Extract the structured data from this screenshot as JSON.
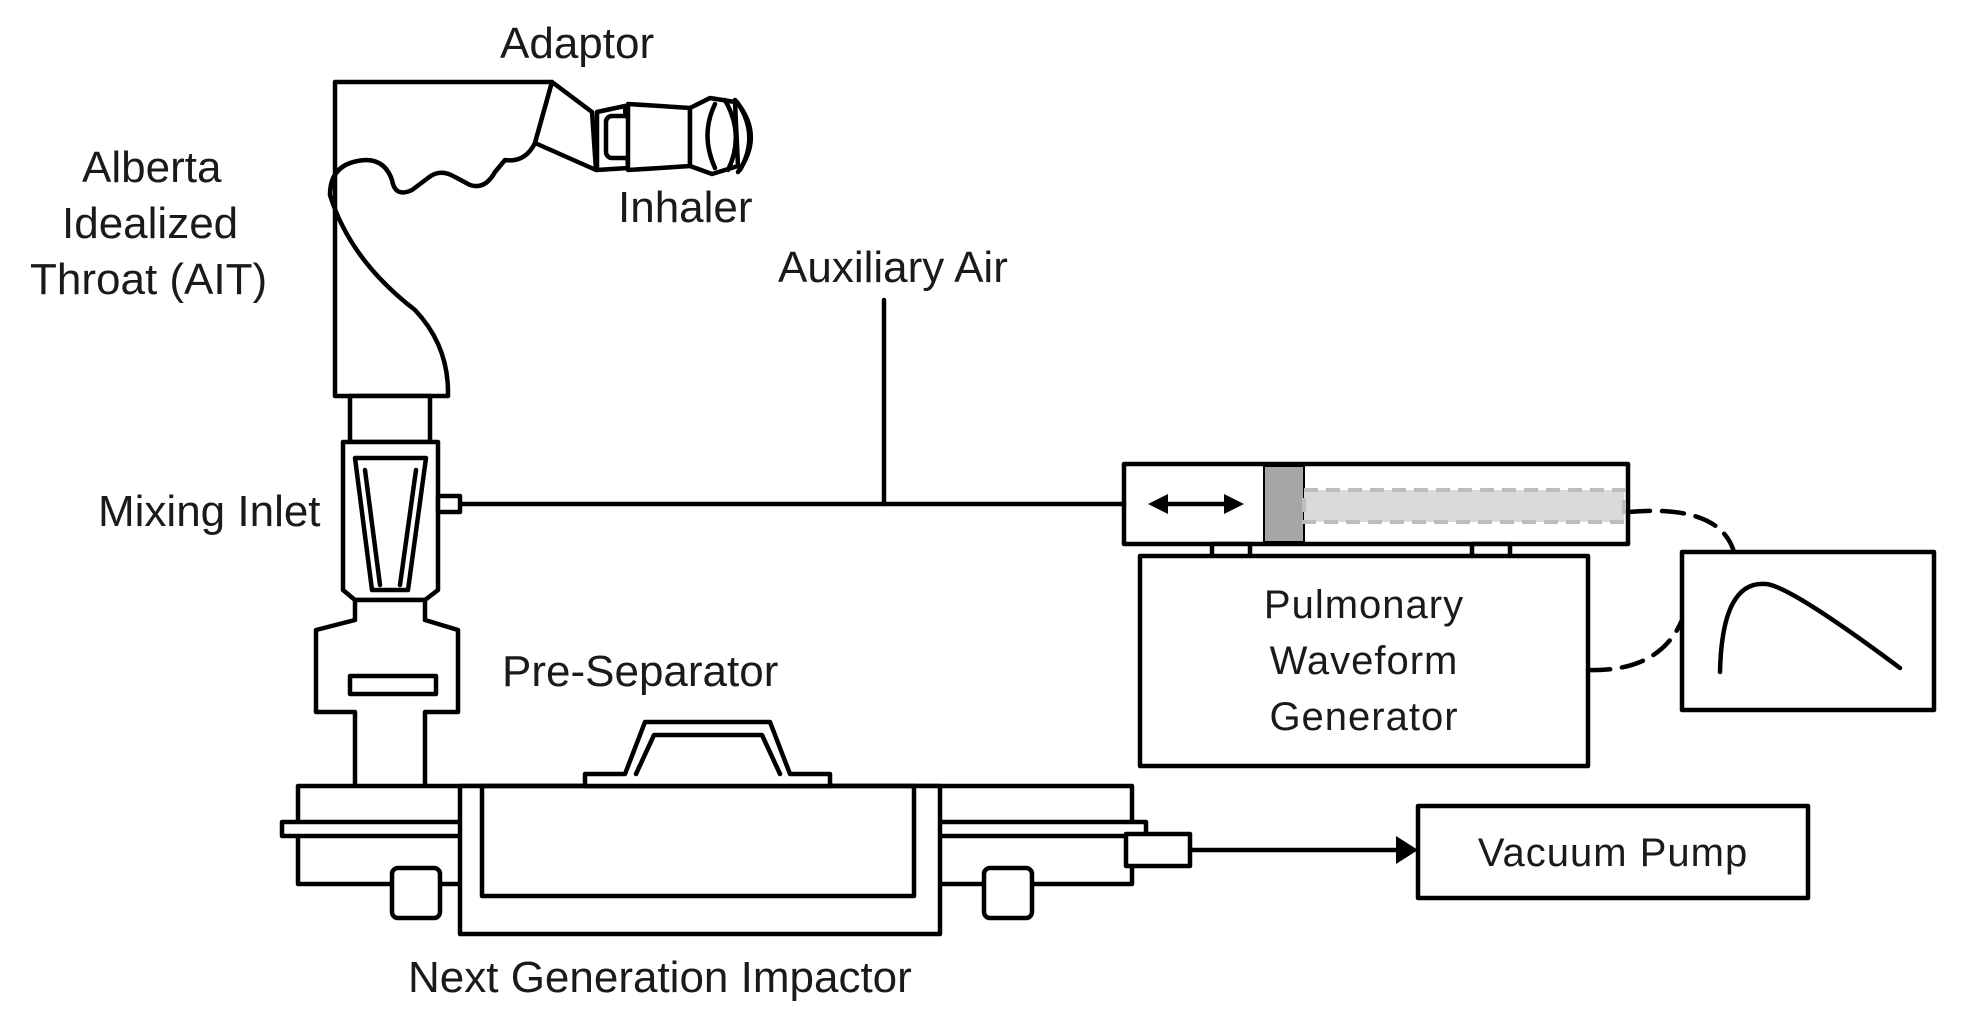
{
  "labels": {
    "adaptor": "Adaptor",
    "ait_line1": "Alberta",
    "ait_line2": "Idealized",
    "ait_line3": "Throat (AIT)",
    "inhaler": "Inhaler",
    "auxiliary_air": "Auxiliary Air",
    "mixing_inlet": "Mixing Inlet",
    "pre_separator": "Pre-Separator",
    "pwg_line1": "Pulmonary",
    "pwg_line2": "Waveform",
    "pwg_line3": "Generator",
    "vacuum_pump": "Vacuum Pump",
    "ngi": "Next Generation Impactor"
  },
  "colors": {
    "line": "#000000",
    "piston": "#a6a6a6",
    "piston_rod": "#d9d9d9",
    "background": "#ffffff"
  }
}
